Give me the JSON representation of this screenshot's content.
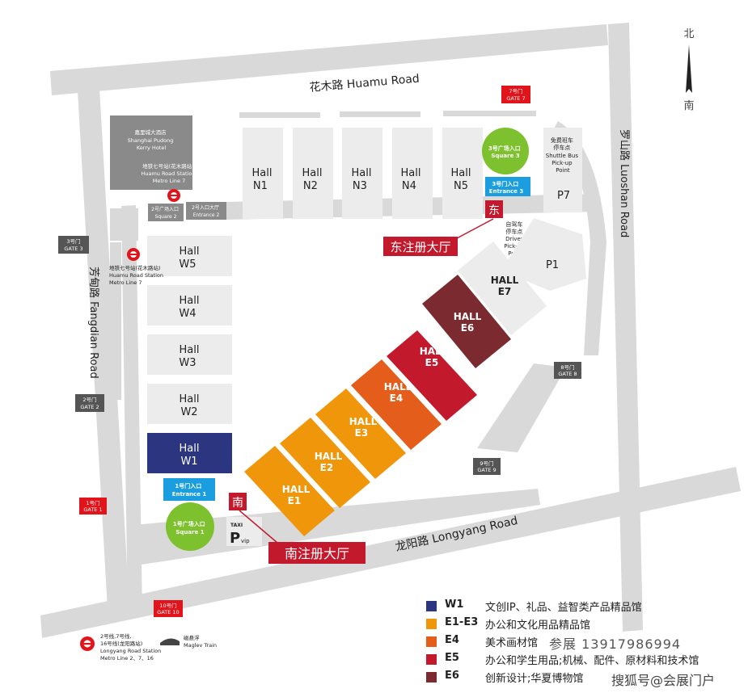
{
  "compass": {
    "north": "北",
    "south": "南"
  },
  "roads": {
    "top": "花木路 Huamu Road",
    "right": "罗山路 Luoshan Road",
    "left": "芳甸路 Fangdian Road",
    "bottom": "龙阳路 Longyang Road"
  },
  "gates": {
    "g1": [
      "1号门",
      "GATE 1"
    ],
    "g2": [
      "2号门",
      "GATE 2"
    ],
    "g3": [
      "3号门",
      "GATE 3"
    ],
    "g7": [
      "7号门",
      "GATE 7"
    ],
    "g8": [
      "8号门",
      "GATE 8"
    ],
    "g9": [
      "9号门",
      "GATE 9"
    ],
    "g10": [
      "10号门",
      "GATE 10"
    ]
  },
  "hotel": [
    "嘉里城大酒店",
    "Shanghai Pudong",
    "Kerry Hotel"
  ],
  "metro_huamu_top": [
    "地铁七号站(花木路站)",
    "Huamu Road Station",
    "Metro Line 7"
  ],
  "metro_huamu_left": [
    "地铁七号站(花木路站)",
    "Huamu Road Station",
    "Metro Line 7"
  ],
  "square2": [
    "2号广场入口",
    "Square 2"
  ],
  "entrance2": [
    "2号入口大厅",
    "Entrance 2"
  ],
  "square3": [
    "3号广场入口",
    "Square 3"
  ],
  "entrance3": [
    "3号门入口",
    "Entrance 3"
  ],
  "square1": [
    "1号广场入口",
    "Square 1"
  ],
  "entrance1": [
    "1号门入口",
    "Entrance 1"
  ],
  "shuttle": [
    "免费班车",
    "停车点",
    "Shuttle Bus",
    "Pick-up",
    "Point"
  ],
  "driver": [
    "自驾车",
    "停车点",
    "Driver",
    "Pick-up",
    "Point"
  ],
  "north_halls": [
    [
      "Hall",
      "N1"
    ],
    [
      "Hall",
      "N2"
    ],
    [
      "Hall",
      "N3"
    ],
    [
      "Hall",
      "N4"
    ],
    [
      "Hall",
      "N5"
    ]
  ],
  "west_halls": [
    [
      "Hall",
      "W5"
    ],
    [
      "Hall",
      "W4"
    ],
    [
      "Hall",
      "W3"
    ],
    [
      "Hall",
      "W2"
    ],
    [
      "Hall",
      "W1"
    ]
  ],
  "east_halls": [
    [
      "HALL",
      "E1"
    ],
    [
      "HALL",
      "E2"
    ],
    [
      "HALL",
      "E3"
    ],
    [
      "HALL",
      "E4"
    ],
    [
      "HALL",
      "E5"
    ],
    [
      "HALL",
      "E6"
    ],
    [
      "HALL",
      "E7"
    ]
  ],
  "parking": {
    "p7": "P7",
    "p1": "P1",
    "p_vip": "P",
    "vip": "vip",
    "taxi": "TAXI"
  },
  "east_hall_badge": "东",
  "east_hall_label": "东注册大厅",
  "south_hall_badge": "南",
  "south_hall_label": "南注册大厅",
  "metro_longyang": [
    "2号线,7号线,",
    "16号线(龙阳路站)",
    "Longyang Road Station",
    "Metro Line 2、7、16"
  ],
  "maglev": [
    "磁悬浮",
    "Maglev Train"
  ],
  "colors": {
    "w1": "#2b3580",
    "e1_e3": "#f0960a",
    "e4": "#e45d1b",
    "e5": "#c21a2c",
    "e6": "#7b2b2f",
    "gray_hall": "#ececec",
    "road": "#d7d7d7",
    "gate": "#555555",
    "gate_red": "#e2141b",
    "square": "#7dc12e",
    "entrance": "#1a9ee0"
  },
  "legend": [
    {
      "code": "W1",
      "desc": "文创IP、礼品、益智类产品精品馆",
      "color": "#2b3580"
    },
    {
      "code": "E1-E3",
      "desc": "办公和文化用品精品馆",
      "color": "#f0960a"
    },
    {
      "code": "E4",
      "desc": "美术画材馆",
      "color": "#e45d1b"
    },
    {
      "code": "E5",
      "desc": "办公和学生用品;机械、配件、原材料和技术馆",
      "color": "#c21a2c"
    },
    {
      "code": "E6",
      "desc": "创新设计;华夏博物馆",
      "color": "#7b2b2f"
    }
  ],
  "ad_note": "参展 13917986994",
  "watermark": "搜狐号@会展门户"
}
